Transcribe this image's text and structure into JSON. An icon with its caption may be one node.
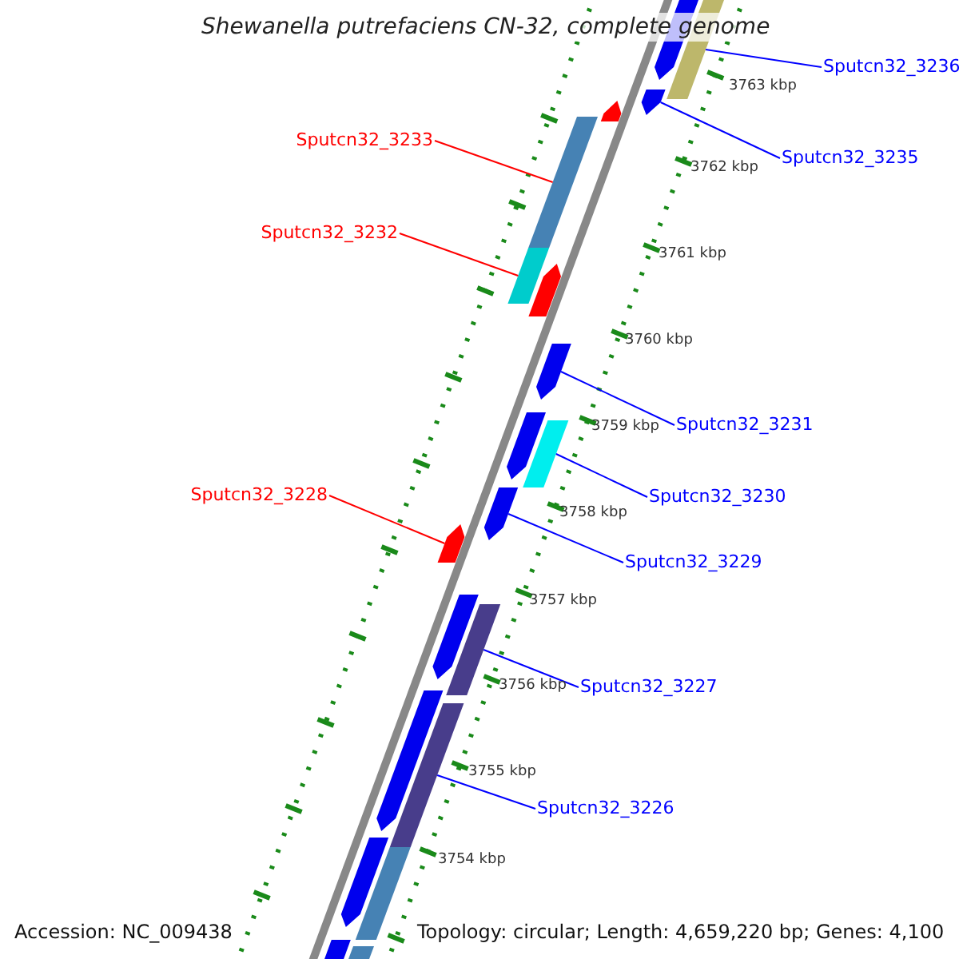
{
  "diagram": {
    "title": "Shewanella putrefaciens CN-32, complete genome",
    "nodes": [
      {
        "text": [
          "Sputcn32_3236"
        ]
      },
      {
        "text": [],
        "shape": "bar"
      },
      {
        "text": [
          "Sputcn32_3233"
        ]
      },
      {
        "text": [],
        "shape": "bar"
      },
      {
        "text": [
          "Sputcn32_3235"
        ]
      },
      {
        "text": [],
        "shape": "arrow"
      },
      {
        "text": [
          "Sputcn32_3232"
        ]
      },
      {
        "text": [],
        "shape": "bar"
      },
      {
        "text": [
          "Sputcn32_3231"
        ]
      },
      {
        "text": [],
        "shape": "arrow"
      },
      {
        "text": [
          "Sputcn32_3228"
        ]
      },
      {
        "text": [],
        "shape": "arrow"
      },
      {
        "text": [
          "Sputcn32_3230"
        ]
      },
      {
        "text": [],
        "shape": "bar"
      },
      {
        "text": [
          "Sputcn32_3229"
        ]
      },
      {
        "text": [],
        "shape": "arrow"
      },
      {
        "text": [
          "Sputcn32_3227"
        ]
      },
      {
        "text": [],
        "shape": "bar"
      },
      {
        "text": [
          "Sputcn32_3226"
        ]
      },
      {
        "text": [],
        "shape": "bar"
      }
    ],
    "edges": [
      {
        "from": 0,
        "to": 1,
        "arrow": "none"
      },
      {
        "from": 2,
        "to": 3,
        "arrow": "none",
        "color": "#ff0000"
      },
      {
        "from": 4,
        "to": 5,
        "arrow": "none"
      },
      {
        "from": 6,
        "to": 7,
        "arrow": "none",
        "color": "#ff0000"
      },
      {
        "from": 8,
        "to": 9,
        "arrow": "none"
      },
      {
        "from": 10,
        "to": 11,
        "arrow": "none",
        "color": "#ff0000"
      },
      {
        "from": 12,
        "to": 13,
        "arrow": "none"
      },
      {
        "from": 14,
        "to": 15,
        "arrow": "none"
      },
      {
        "from": 16,
        "to": 17,
        "arrow": "none"
      },
      {
        "from": 18,
        "to": 19,
        "arrow": "none"
      }
    ],
    "labels": [
      "3763 kbp",
      "3762 kbp",
      "3761 kbp",
      "3760 kbp",
      "3759 kbp",
      "3758 kbp",
      "3757 kbp",
      "3756 kbp",
      "3755 kbp",
      "3754 kbp",
      "Accession: NC_009438",
      "Topology: circular; Length: 4,659,220 bp; Genes: 4,100"
    ]
  }
}
